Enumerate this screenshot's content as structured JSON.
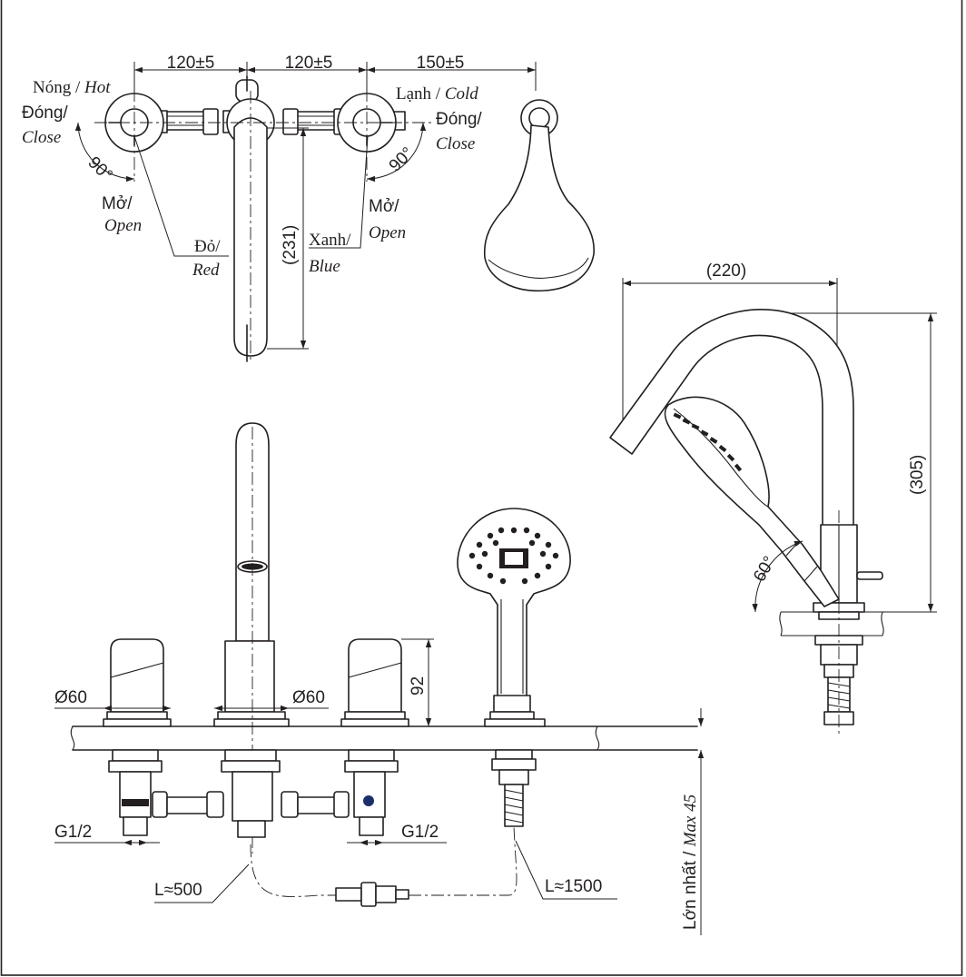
{
  "top_view": {
    "dim_left": "120±5",
    "dim_middle": "120±5",
    "dim_right": "150±5",
    "hot_label_vi": "Nóng / ",
    "hot_label_en": "Hot",
    "cold_label_vi": "Lạnh / ",
    "cold_label_en": "Cold",
    "close_left_vi": "Đóng/",
    "close_left_en": "Close",
    "close_right_vi": "Đóng/",
    "close_right_en": "Close",
    "angle_left": "90°",
    "angle_right": "90°",
    "open_left_vi": "Mở/",
    "open_left_en": "Open",
    "open_right_vi": "Mở/",
    "open_right_en": "Open",
    "red_vi": "Đỏ/",
    "red_en": "Red",
    "blue_vi": "Xanh/",
    "blue_en": "Blue",
    "spout_length": "(231)"
  },
  "side_view": {
    "width": "(220)",
    "height": "(305)",
    "angle": "60°"
  },
  "front_view": {
    "dia_left": "Ø60",
    "dia_middle": "Ø60",
    "handle_height": "92",
    "thread_left": "G1/2",
    "thread_right": "G1/2",
    "hose_short": "L≈500",
    "hose_long": "L≈1500",
    "max_thickness_vi": "Lớn nhất / ",
    "max_thickness_en": "Max 45"
  },
  "colors": {
    "line": "#231f20",
    "background": "#ffffff"
  }
}
